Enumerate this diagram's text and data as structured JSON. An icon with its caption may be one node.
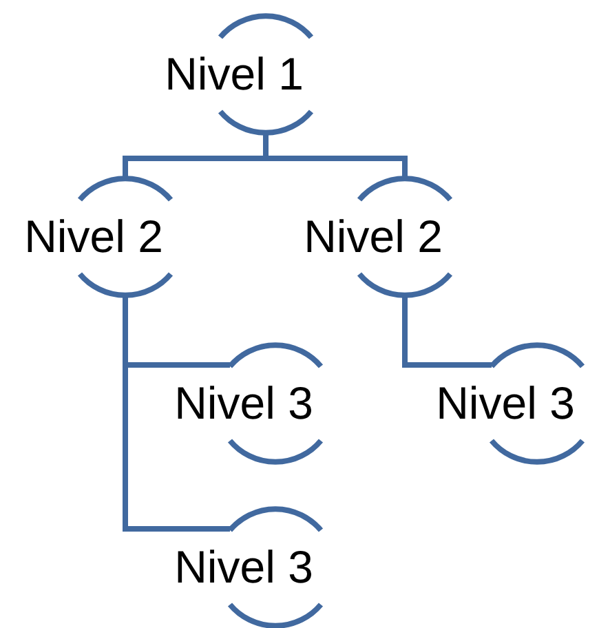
{
  "diagram": {
    "nodes": [
      {
        "text": [
          "Nivel 1"
        ]
      },
      {
        "text": [
          "Nivel 2"
        ]
      },
      {
        "text": [
          "Nivel 2"
        ]
      },
      {
        "text": [
          "Nivel 3"
        ]
      },
      {
        "text": [
          "Nivel 3"
        ]
      },
      {
        "text": [
          "Nivel 3"
        ]
      }
    ],
    "edges": [
      {
        "from": 0,
        "to": 1,
        "arrow": "none"
      },
      {
        "from": 0,
        "to": 2,
        "arrow": "none"
      },
      {
        "from": 1,
        "to": 3,
        "arrow": "none"
      },
      {
        "from": 1,
        "to": 4,
        "arrow": "none"
      },
      {
        "from": 2,
        "to": 5,
        "arrow": "none"
      }
    ]
  }
}
